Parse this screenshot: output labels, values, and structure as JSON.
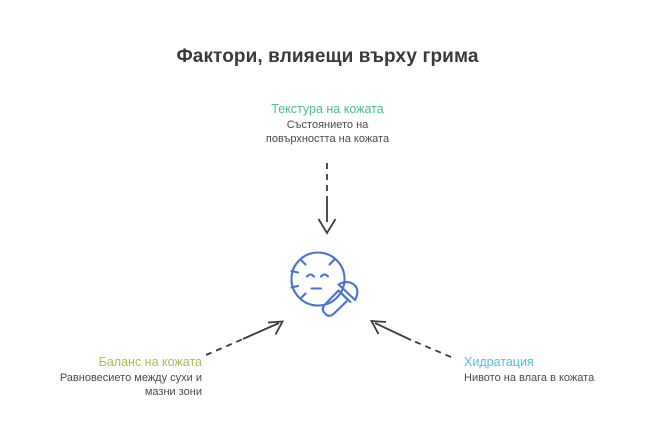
{
  "title": "Фактори, влияещи върху грима",
  "colors": {
    "title": "#3a3a3a",
    "description": "#4a4a4a",
    "texture_heading": "#4fbd8c",
    "balance_heading": "#a7c058",
    "hydration_heading": "#4ec0e8",
    "arrow": "#3c3c40",
    "icon": "#4a72d0",
    "background": "#ffffff"
  },
  "nodes": [
    {
      "id": "texture",
      "heading": "Текстура на кожата",
      "description": "Състоянието на\nповърхността на кожата",
      "description_lines": [
        "Състоянието на",
        "повърхността на кожата"
      ]
    },
    {
      "id": "balance",
      "heading": "Баланс на кожата",
      "description": "Равновесието между сухи и\nмазни зони",
      "description_lines": [
        "Равновесието между сухи и",
        "мазни зони"
      ]
    },
    {
      "id": "hydration",
      "heading": "Хидратация",
      "description": "Нивото на влага в кожата",
      "description_lines": [
        "Нивото на влага в кожата"
      ]
    }
  ],
  "center_icon": {
    "name": "face-with-makeup-brush-icon",
    "color": "#4a72d0"
  },
  "arrows": [
    {
      "id": "arrow-texture-to-center",
      "direction": "down",
      "style": "dashed-to-solid"
    },
    {
      "id": "arrow-balance-to-center",
      "direction": "up-right",
      "style": "dashed-to-solid"
    },
    {
      "id": "arrow-hydration-to-center",
      "direction": "up-left",
      "style": "dashed-to-solid"
    }
  ]
}
